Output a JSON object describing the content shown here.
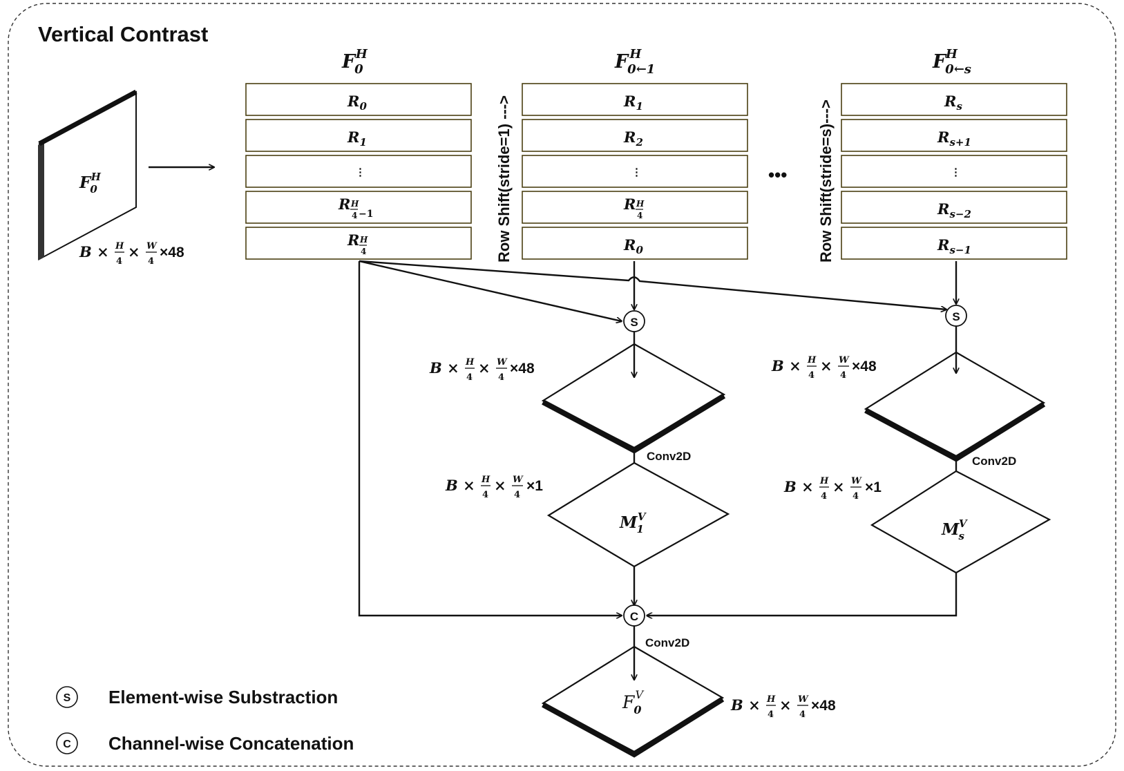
{
  "title": "Vertical Contrast",
  "columns": [
    {
      "header": "F_0^H",
      "rows": [
        "R_0",
        "R_1",
        "⋮",
        "R_{H/4-1}",
        "R_{H/4}"
      ]
    },
    {
      "header": "F_{0←1}^H",
      "rows": [
        "R_1",
        "R_2",
        "⋮",
        "R_{H/4}",
        "R_0"
      ]
    },
    {
      "header": "F_{0←s}^H",
      "rows": [
        "R_s",
        "R_{s+1}",
        "⋮",
        "R_{s-2}",
        "R_{s-1}"
      ]
    }
  ],
  "ellipsis": "•••",
  "shift_labels": [
    "Row Shift(stride=1) --->",
    "Row Shift(stride=s)--->"
  ],
  "operators": {
    "subtract": "S",
    "concat": "C"
  },
  "conv_label": "Conv2D",
  "shape_labels": {
    "feat48": "B × H/4 × W/4 ×48",
    "feat1": "B × H/4 × W/4 ×1"
  },
  "masks": [
    "M_1^V",
    "M_s^V"
  ],
  "input_feature": "F_0^H",
  "output_feature": "F_0^V",
  "legend": [
    {
      "symbol": "S",
      "text": "Element-wise Substraction"
    },
    {
      "symbol": "C",
      "text": "Channel-wise Concatenation"
    }
  ]
}
